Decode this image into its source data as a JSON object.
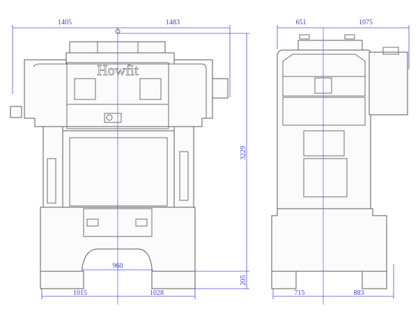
{
  "logo_text": "Howfit",
  "front_view": {
    "width_left": "1405",
    "width_right": "1483",
    "total_height": "3229",
    "arch_width": "960",
    "foot_height": "205",
    "base_left": "1015",
    "base_right": "1028"
  },
  "side_view": {
    "depth_front": "651",
    "depth_rear": "1075",
    "base_front": "715",
    "base_rear": "883"
  },
  "colors": {
    "dimension": "#4b4bd8",
    "outline": "#6e6e6e"
  }
}
